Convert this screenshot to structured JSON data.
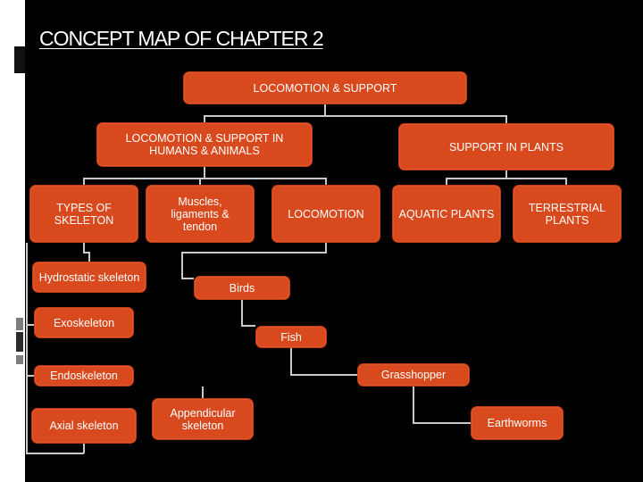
{
  "title": "CONCEPT MAP OF CHAPTER 2",
  "nodes": {
    "root": "LOCOMOTION & SUPPORT",
    "humans_animals": "LOCOMOTION & SUPPORT IN HUMANS & ANIMALS",
    "support_plants": "SUPPORT IN PLANTS",
    "types_of_skeleton": "TYPES OF SKELETON",
    "muscles": "Muscles, ligaments & tendon",
    "locomotion": "LOCOMOTION",
    "aquatic_plants": "AQUATIC PLANTS",
    "terrestrial_plants": "TERRESTRIAL PLANTS",
    "hydrostatic": "Hydrostatic skeleton",
    "birds": "Birds",
    "exoskeleton": "Exoskeleton",
    "fish": "Fish",
    "endoskeleton": "Endoskeleton",
    "grasshopper": "Grasshopper",
    "axial": "Axial skeleton",
    "appendicular": "Appendicular skeleton",
    "earthworms": "Earthworms"
  },
  "colors": {
    "node_fill": "#d84a1d",
    "background": "#000000",
    "connector": "#c8c8c8"
  }
}
